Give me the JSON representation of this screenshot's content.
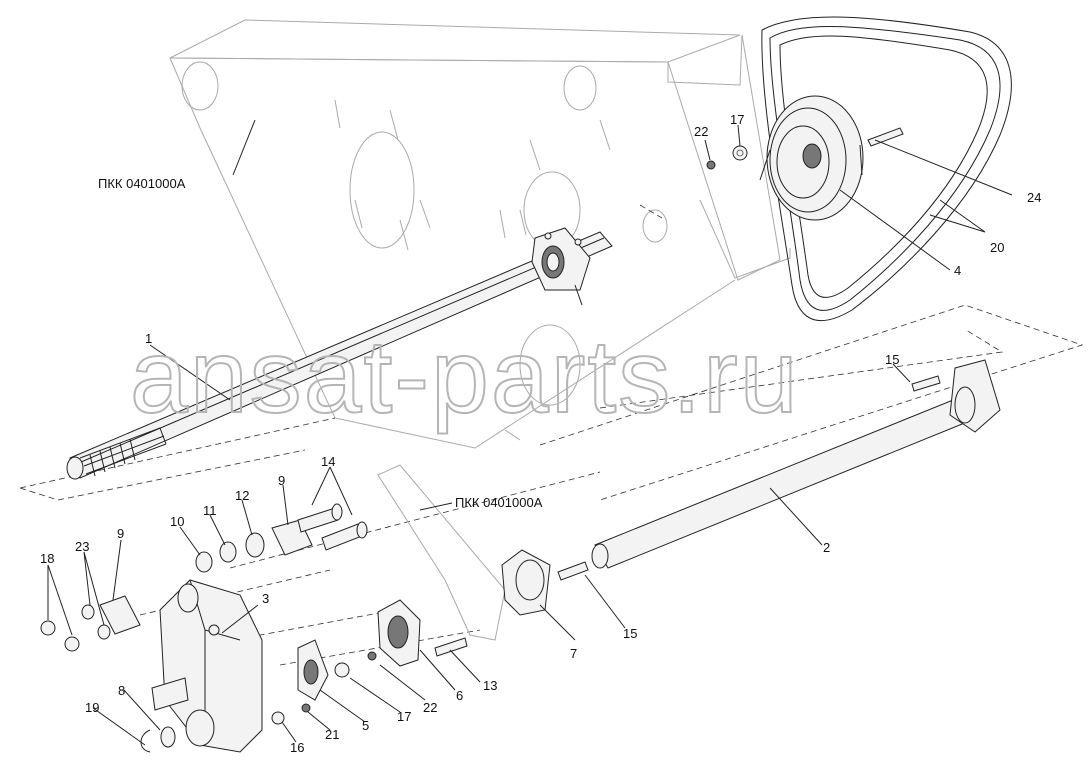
{
  "watermark": "ansat-parts.ru",
  "assemblies": {
    "frame": "ПКК 0401000А",
    "bracket": "ПКК 0401000А"
  },
  "callouts": {
    "c1": "1",
    "c2": "2",
    "c3": "3",
    "c4": "4",
    "c5": "5",
    "c6": "6",
    "c7": "7",
    "c8": "8",
    "c9a": "9",
    "c9b": "9",
    "c10": "10",
    "c11": "11",
    "c12": "12",
    "c13": "13",
    "c14": "14",
    "c15a": "15",
    "c15b": "15",
    "c16": "16",
    "c17a": "17",
    "c17b": "17",
    "c18": "18",
    "c19": "19",
    "c20": "20",
    "c21": "21",
    "c22a": "22",
    "c22b": "22",
    "c23": "23",
    "c24": "24"
  }
}
